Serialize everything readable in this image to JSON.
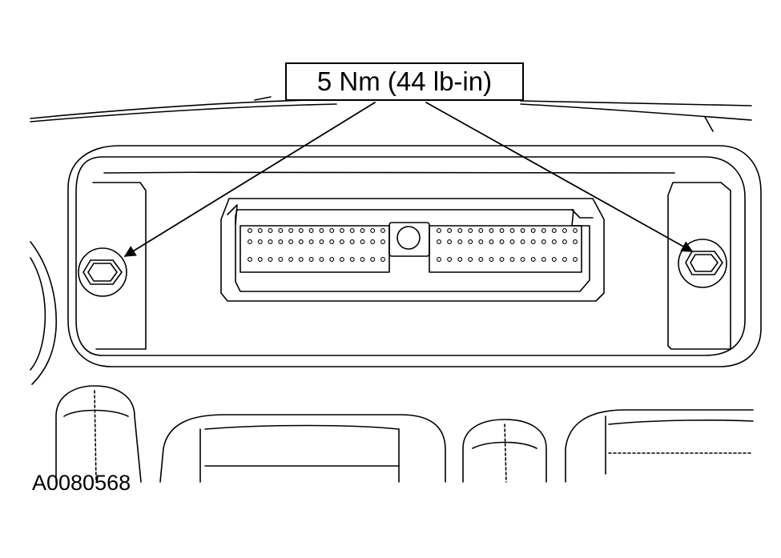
{
  "callout": {
    "torque_label": "5 Nm (44 lb-in)"
  },
  "figure": {
    "id": "A0080568"
  },
  "icons": {
    "left_fastener": "hex-bolt-icon",
    "right_fastener": "hex-bolt-icon",
    "connector": "multi-pin-connector"
  },
  "colors": {
    "line": "#000000",
    "background": "#ffffff"
  }
}
